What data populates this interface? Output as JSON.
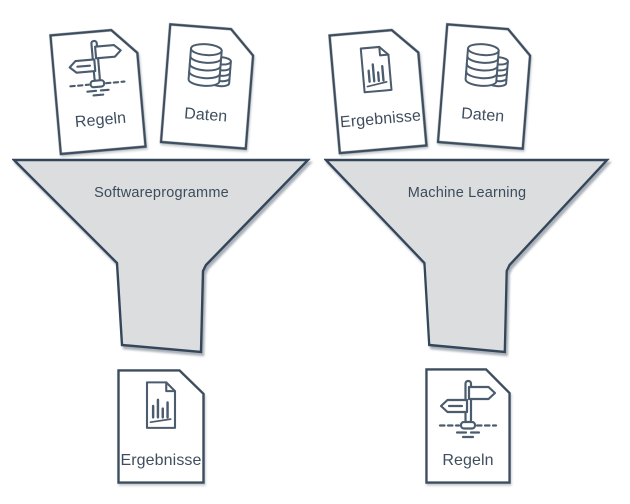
{
  "left_pipeline": {
    "funnel_label": "Softwareprogramme",
    "input_cards": [
      {
        "label": "Regeln",
        "icon": "signpost-icon"
      },
      {
        "label": "Daten",
        "icon": "database-icon"
      }
    ],
    "output_card": {
      "label": "Ergebnisse",
      "icon": "bar-chart-document-icon"
    }
  },
  "right_pipeline": {
    "funnel_label": "Machine Learning",
    "input_cards": [
      {
        "label": "Ergebnisse",
        "icon": "bar-chart-document-icon"
      },
      {
        "label": "Daten",
        "icon": "database-icon"
      }
    ],
    "output_card": {
      "label": "Regeln",
      "icon": "signpost-icon"
    }
  },
  "colors": {
    "ink": "#3c4c5c",
    "icon_stroke": "#4b5c6e",
    "funnel_fill": "#dbddde",
    "card_fill": "#ffffff",
    "background": "#ffffff"
  }
}
